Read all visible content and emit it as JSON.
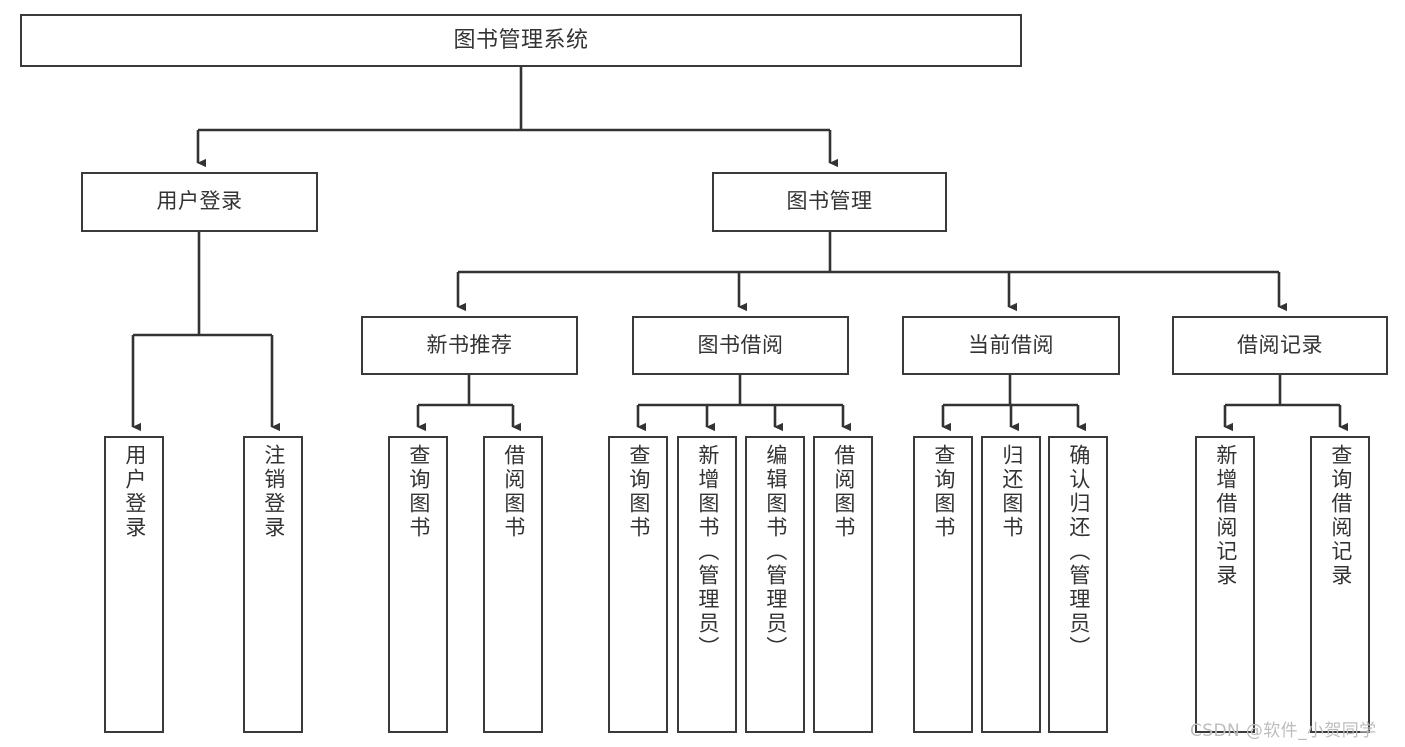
{
  "diagram": {
    "title": "图书管理系统",
    "type": "hierarchy-tree",
    "watermark": "CSDN @软件_小贺同学",
    "colors": {
      "background": "#ffffff",
      "box_border": "#3a3a3a",
      "box_fill": "#ffffff",
      "text": "#333333",
      "connector": "#333333",
      "watermark": "#bdbdbd"
    },
    "nodes": {
      "root": {
        "label": "图书管理系统"
      },
      "level2": [
        {
          "label": "用户登录"
        },
        {
          "label": "图书管理"
        }
      ],
      "level3": [
        {
          "label": "新书推荐"
        },
        {
          "label": "图书借阅"
        },
        {
          "label": "当前借阅"
        },
        {
          "label": "借阅记录"
        }
      ],
      "leaves": {
        "user_login": [
          {
            "label": "用户登录"
          },
          {
            "label": "注销登录"
          }
        ],
        "new_book_recommend": [
          {
            "label": "查询图书"
          },
          {
            "label": "借阅图书"
          }
        ],
        "book_borrow": [
          {
            "label": "查询图书"
          },
          {
            "label": "新增图书（管理员）"
          },
          {
            "label": "编辑图书（管理员）"
          },
          {
            "label": "借阅图书"
          }
        ],
        "current_borrow": [
          {
            "label": "查询图书"
          },
          {
            "label": "归还图书"
          },
          {
            "label": "确认归还（管理员）"
          }
        ],
        "borrow_record": [
          {
            "label": "新增借阅记录"
          },
          {
            "label": "查询借阅记录"
          }
        ]
      }
    }
  }
}
